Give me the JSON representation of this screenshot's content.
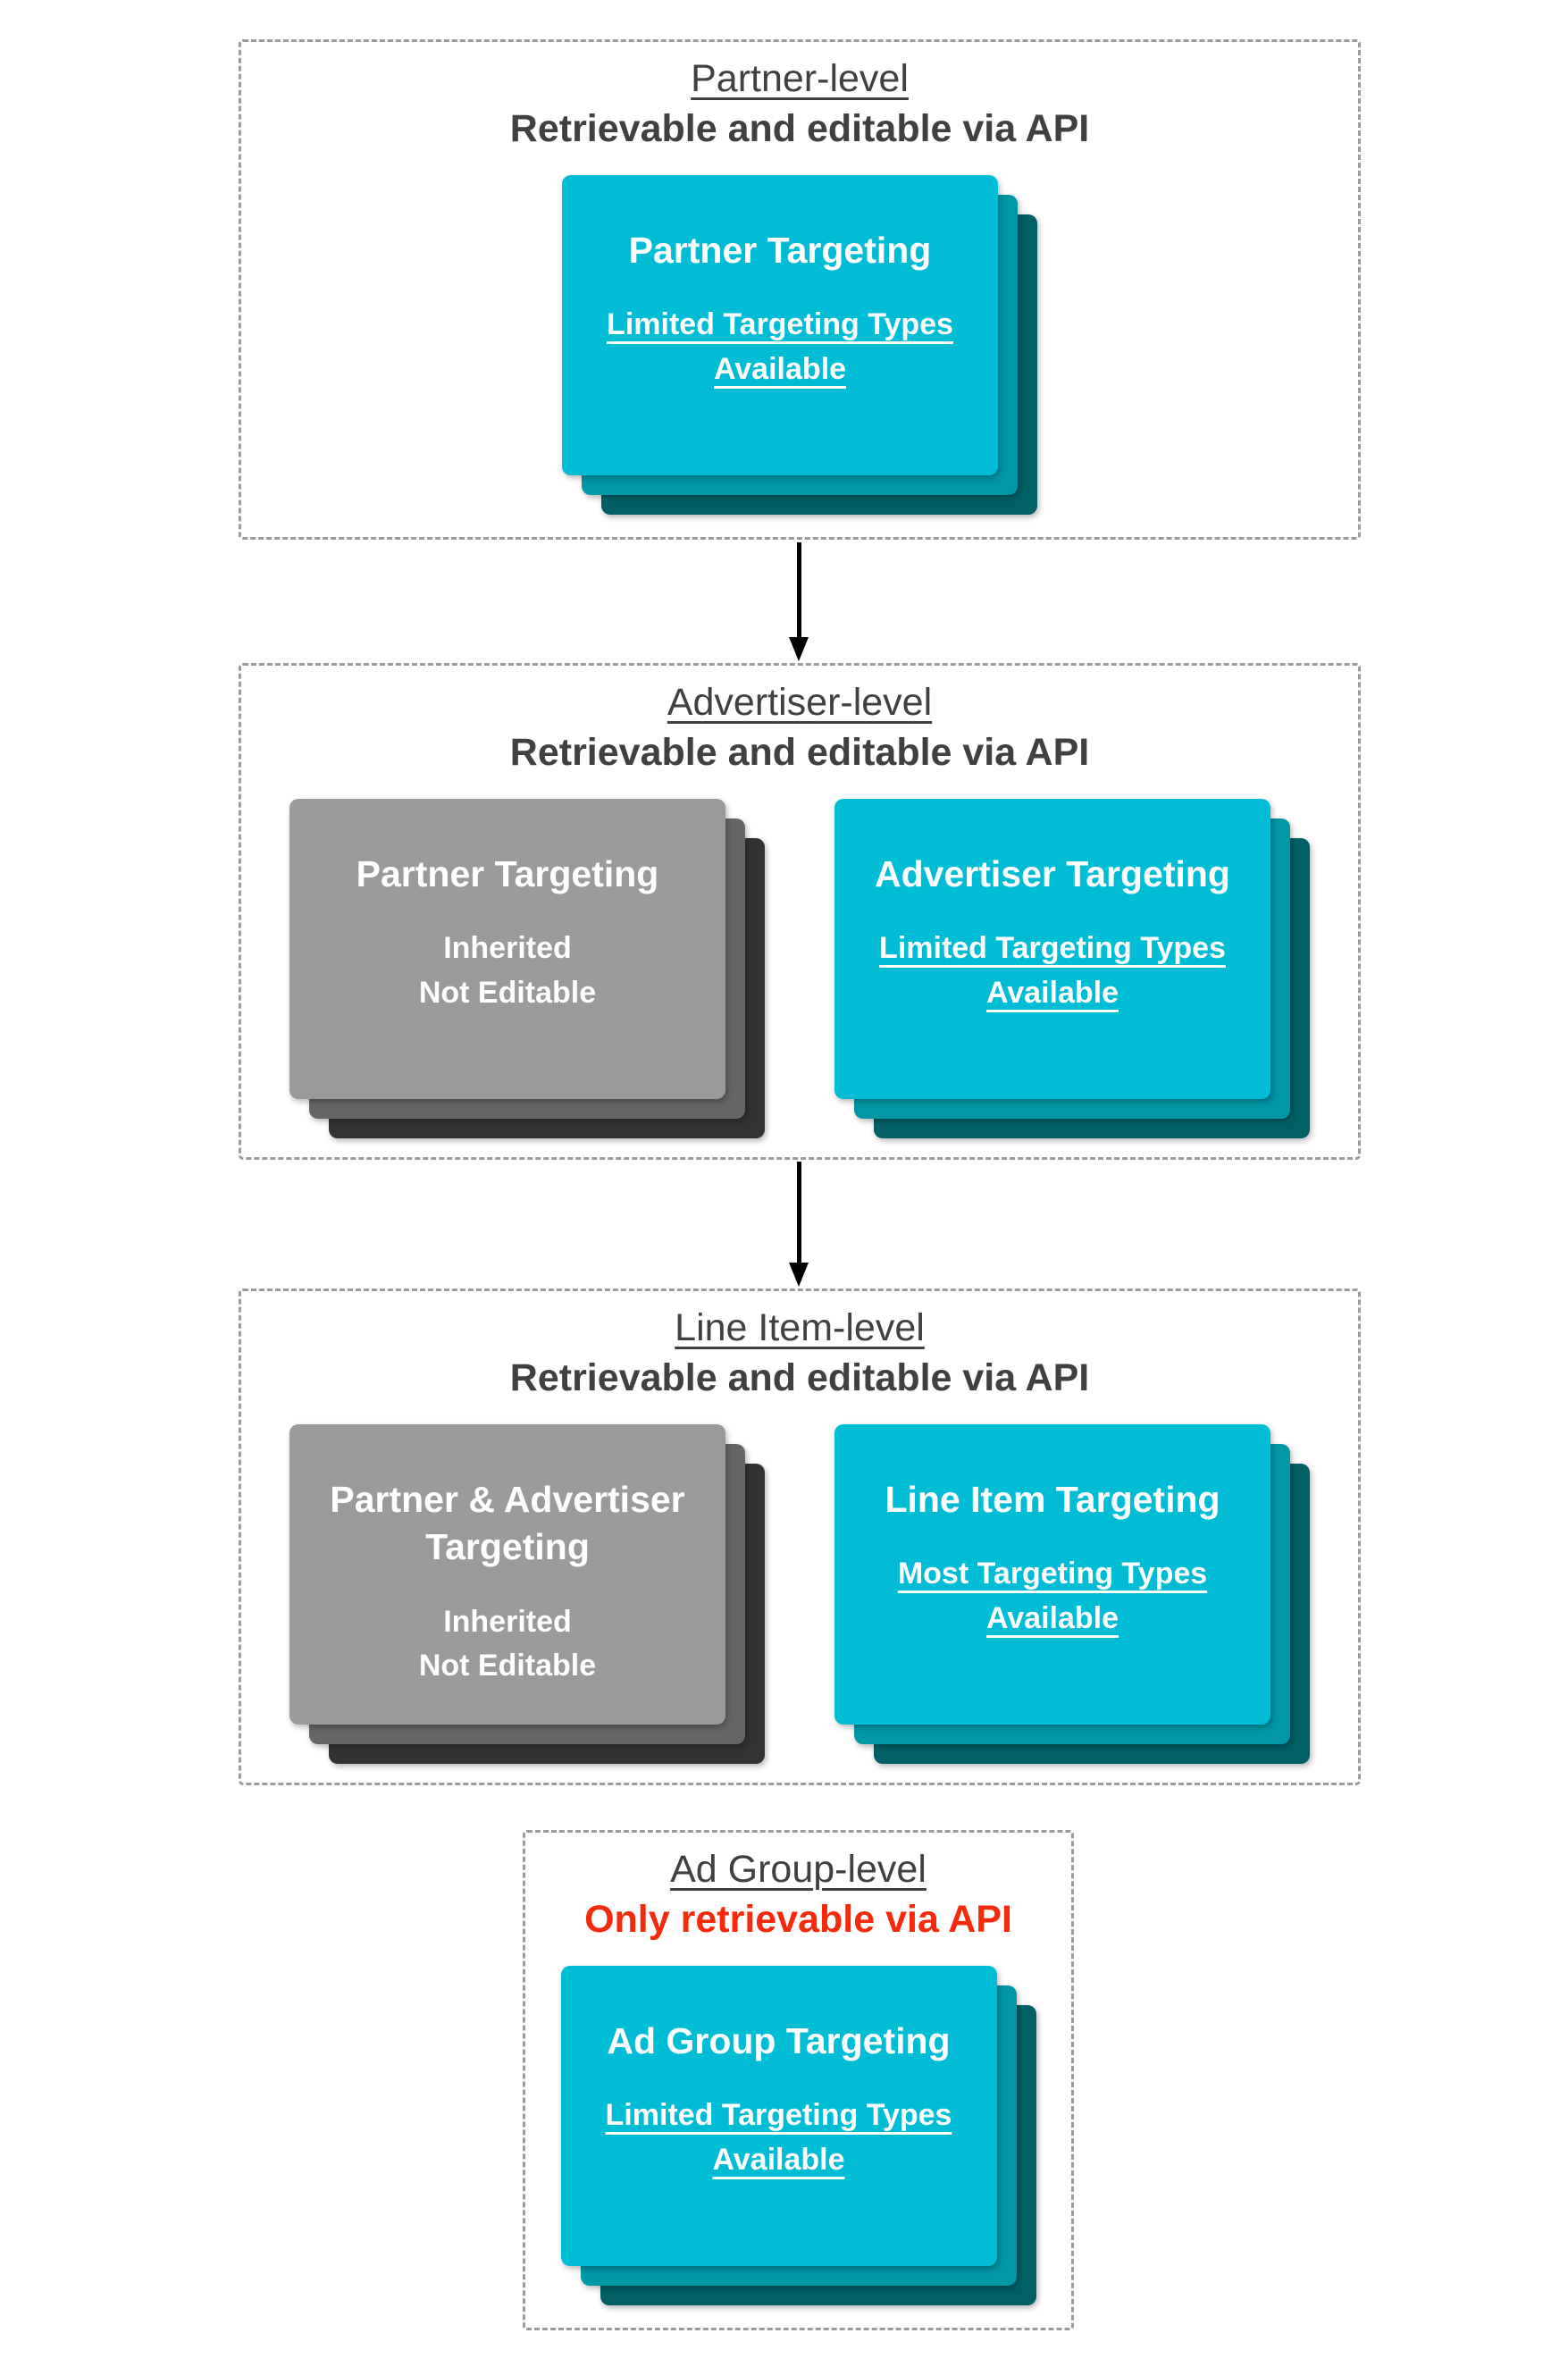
{
  "colors": {
    "page_bg": "#ffffff",
    "heading": "#404040",
    "red": "#f5290b",
    "dashed_border": "#9b9b9b",
    "arrow": "#000000",
    "card_text": "#ffffff",
    "teal": "#00bcd4",
    "teal_mid": "#0097a7",
    "teal_dark": "#006066",
    "gray": "#9a9a9a",
    "gray_mid": "#666666",
    "gray_dark": "#333333"
  },
  "sections": [
    {
      "level": "Partner-level",
      "access": "Retrievable and editable via API",
      "cards": [
        {
          "variant": "teal",
          "title": "Partner Targeting",
          "subtitle": "Limited Targeting Types Available",
          "underlined": true
        }
      ]
    },
    {
      "level": "Advertiser-level",
      "access": "Retrievable and editable via API",
      "cards": [
        {
          "variant": "gray",
          "title": "Partner Targeting",
          "subtitle": "Inherited\nNot Editable",
          "underlined": false
        },
        {
          "variant": "teal",
          "title": "Advertiser Targeting",
          "subtitle": "Limited Targeting Types Available",
          "underlined": true
        }
      ]
    },
    {
      "level": "Line Item-level",
      "access": "Retrievable and editable via API",
      "cards": [
        {
          "variant": "gray",
          "title": "Partner & Advertiser Targeting",
          "subtitle": "Inherited\nNot Editable",
          "underlined": false
        },
        {
          "variant": "teal",
          "title": "Line Item Targeting",
          "subtitle": "Most Targeting Types Available",
          "underlined": true
        }
      ]
    },
    {
      "level": "Ad Group-level",
      "access": "Only retrievable via API",
      "cards": [
        {
          "variant": "teal",
          "title": "Ad Group Targeting",
          "subtitle": "Limited Targeting Types Available",
          "underlined": true
        }
      ]
    }
  ]
}
